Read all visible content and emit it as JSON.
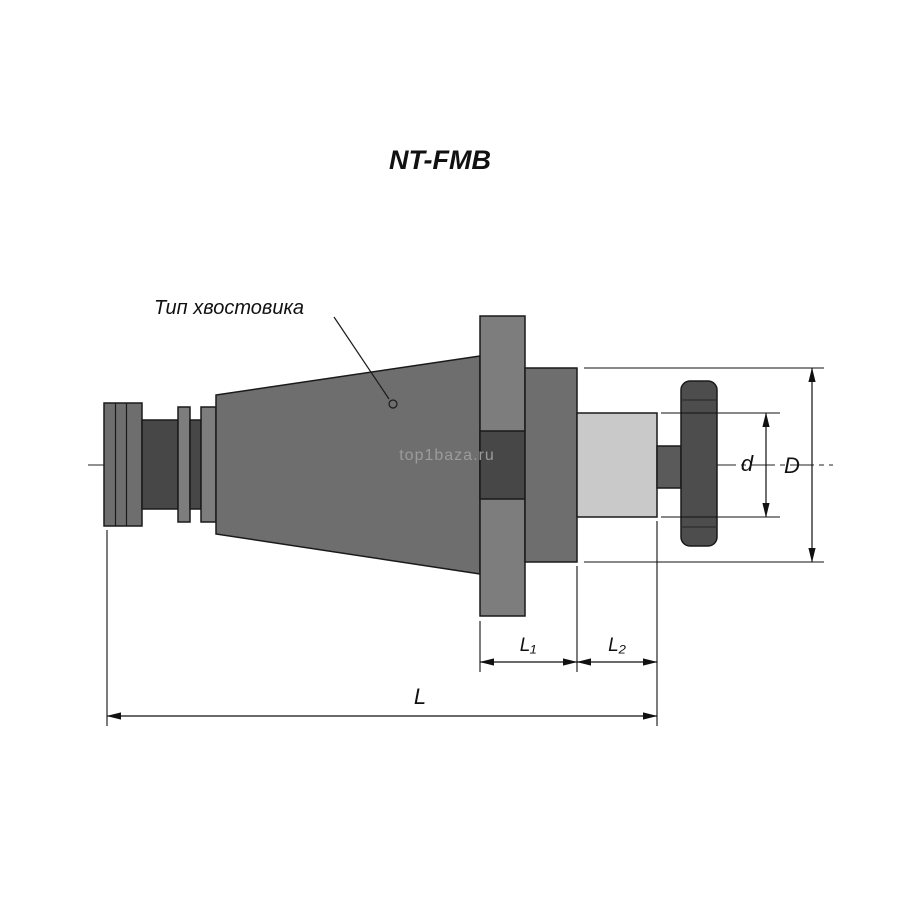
{
  "drawing": {
    "title": "NT-FMB",
    "shank_type_label": "Тип хвостовика",
    "watermark": "top1baza.ru"
  },
  "dimension_labels": {
    "diameter_large": "D",
    "diameter_small": "d",
    "length_1": "L₁",
    "length_2": "L₂",
    "length_total": "L"
  },
  "colors": {
    "outline": "#1a1a1a",
    "body_gray": "#6e6e6e",
    "flange_gray": "#7d7d7d",
    "dark_gray": "#474747",
    "nut_gray": "#4d4d4d",
    "shaft_gray": "#5a5a5a",
    "light_gray": "#c9c9c9",
    "watermark_gray": "#9b9b9b",
    "background": "#ffffff"
  }
}
